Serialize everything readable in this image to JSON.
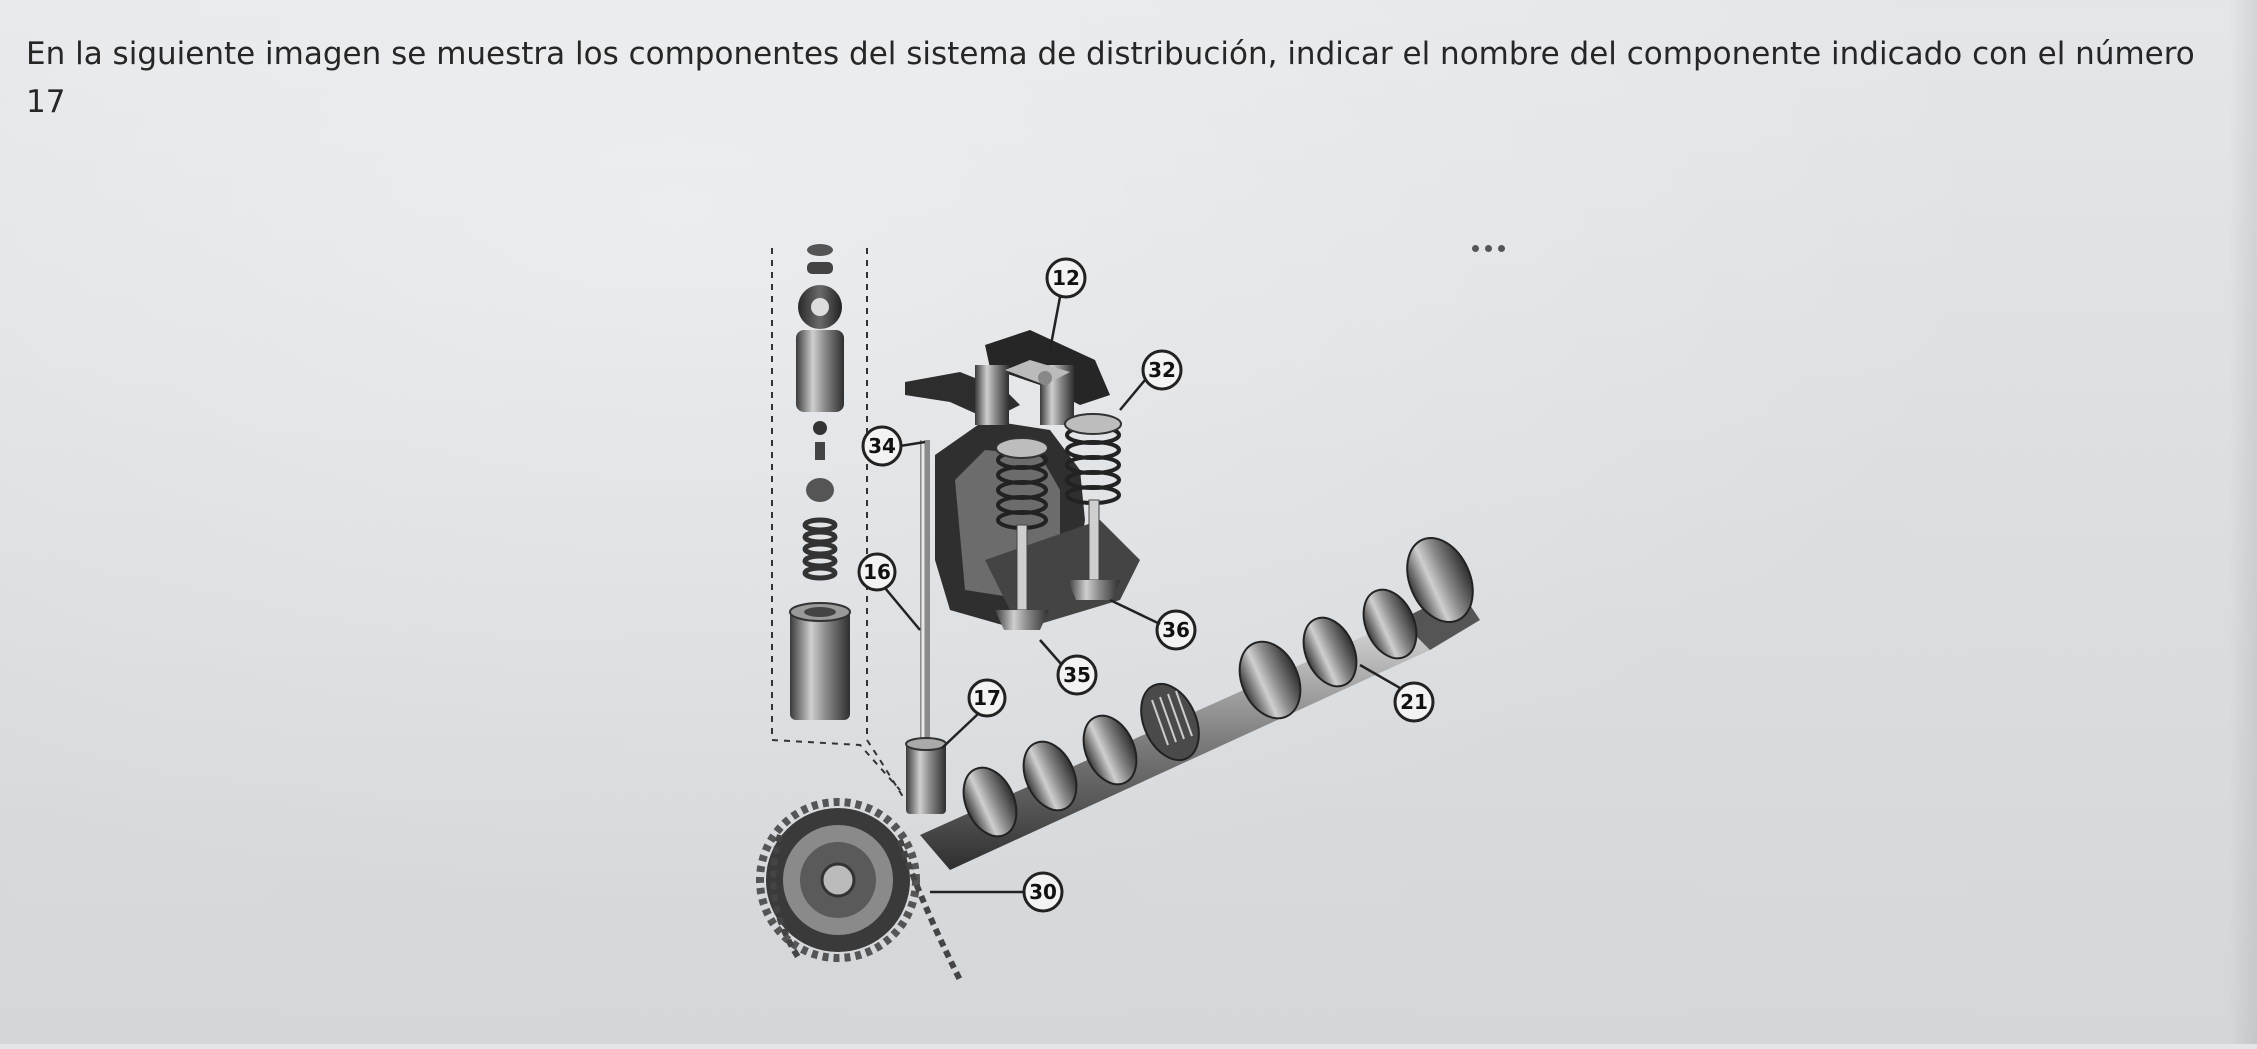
{
  "question": {
    "text": "En la siguiente imagen se muestra los componentes del sistema de distribución, indicar el nombre del componente indicado con el número 17"
  },
  "diagram": {
    "callouts": [
      "12",
      "32",
      "34",
      "16",
      "36",
      "35",
      "17",
      "21",
      "30"
    ]
  },
  "menu": {
    "icon": "more-horizontal-icon"
  }
}
